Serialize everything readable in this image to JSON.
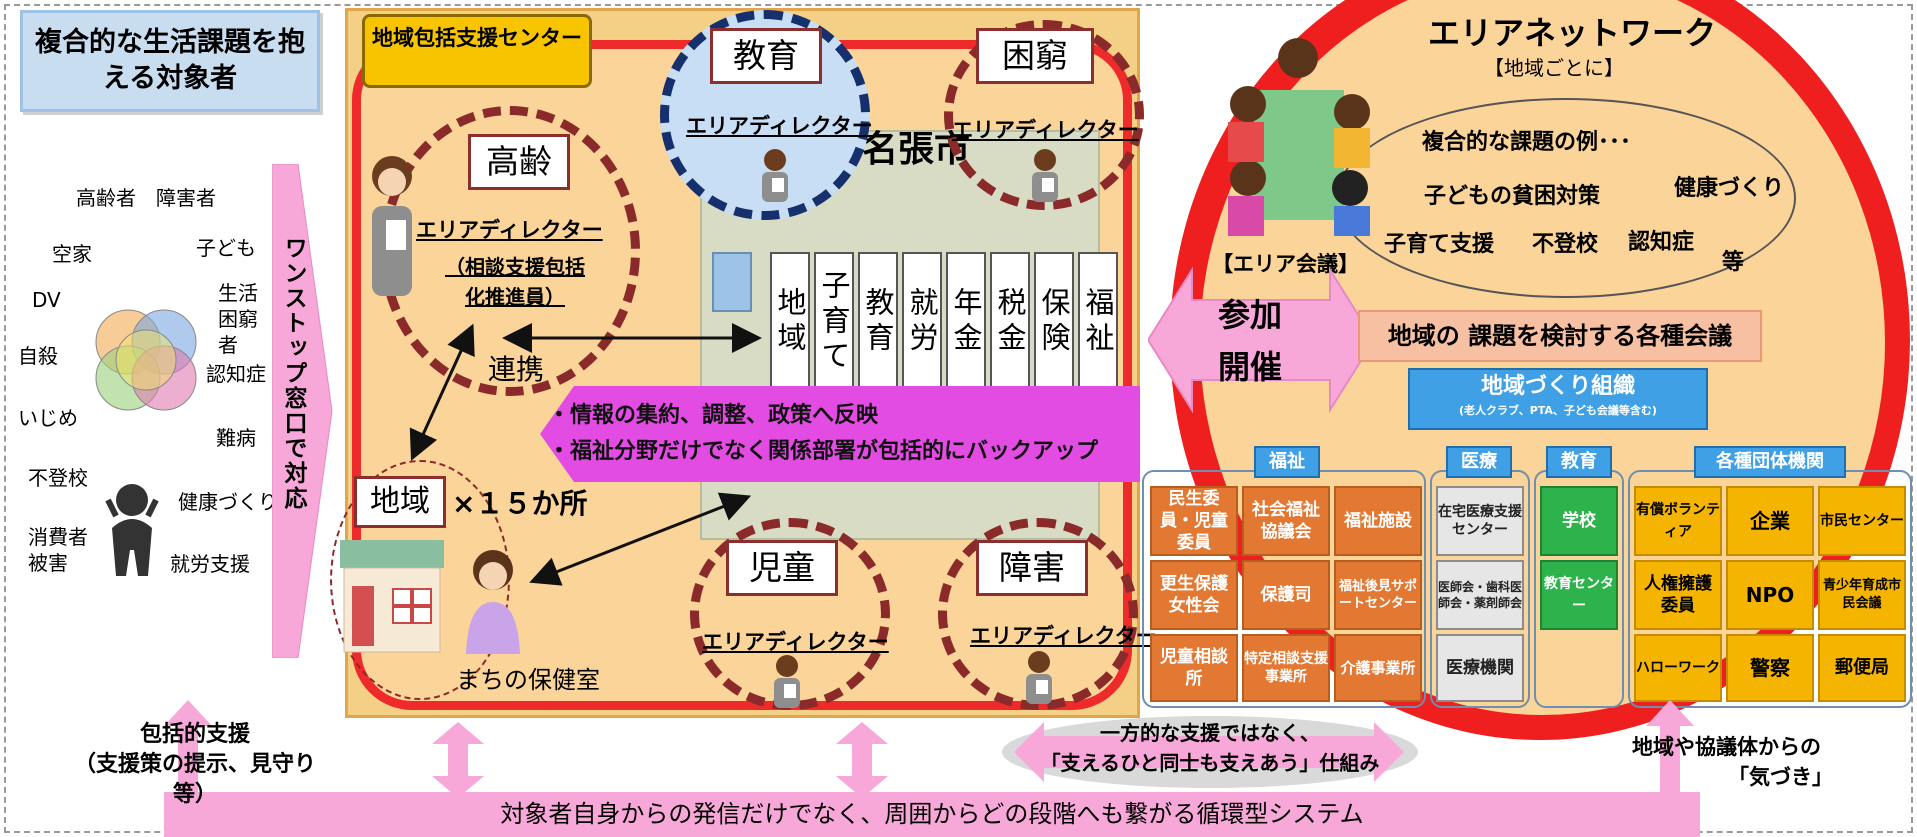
{
  "left": {
    "title": "複合的な生活課題を抱える対象者",
    "issues": [
      "高齢者",
      "障害者",
      "空家",
      "子ども",
      "DV",
      "生活困窮者",
      "自殺",
      "認知症",
      "いじめ",
      "難病",
      "不登校",
      "健康づくり",
      "消費者被害",
      "就労支援"
    ],
    "onestop": "ワンストップ窓口で対応"
  },
  "center": {
    "label": "地域包括支援センター",
    "categories": {
      "kyoiku": "教育",
      "konkyu": "困窮",
      "korei": "高齢",
      "jido": "児童",
      "shogai": "障害",
      "chiiki": "地域"
    },
    "area_director": "エリアディレクター",
    "area_director_note": "（相談支援包括化推進員）",
    "renkei": "連携",
    "city": "名張市",
    "departments": [
      "地域",
      "子育て",
      "教育",
      "就労",
      "年金",
      "税金",
      "保険",
      "福祉"
    ],
    "info_lines": [
      "・情報の集約、調整、政策へ反映",
      "・福祉分野だけでなく関係部署が包括的にバックアップ"
    ],
    "count": "×１５か所",
    "hokenshitsu": "まちの保健室"
  },
  "right": {
    "title": "エリアネットワーク",
    "subtitle": "【地域ごとに】",
    "area_meeting": "【エリア会議】",
    "examples_title": "複合的な課題の例･･･",
    "examples": [
      "子どもの貧困対策",
      "健康づくり",
      "子育て支援",
      "不登校",
      "認知症",
      "等"
    ],
    "sanka": "参加",
    "kaisai": "開催",
    "meetings": "地域の 課題を検討する各種会議",
    "org_title": "地域づくり組織",
    "org_note": "(老人クラブ、PTA、子ども会議等含む)",
    "groups": {
      "welfare": {
        "header": "福祉",
        "cells": [
          "民生委員・児童委員",
          "社会福祉協議会",
          "福祉施設",
          "更生保護女性会",
          "保護司",
          "福祉後見サポートセンター",
          "児童相談所",
          "特定相談支援事業所",
          "介護事業所"
        ]
      },
      "medical": {
        "header": "医療",
        "cells": [
          "在宅医療支援センター",
          "医師会・歯科医師会・薬剤師会",
          "医療機関"
        ]
      },
      "education": {
        "header": "教育",
        "cells": [
          "学校",
          "教育センター"
        ]
      },
      "orgs": {
        "header": "各種団体機関",
        "cells": [
          "有償ボランティア",
          "企業",
          "市民センター",
          "人権擁護委員",
          "NPO",
          "青少年育成市民会議",
          "ハローワーク",
          "警察",
          "郵便局"
        ]
      }
    }
  },
  "bottom": {
    "support_title": "包括的支援",
    "support_note": "（支援策の提示、見守り等）",
    "mutual_line1": "一方的な支援ではなく、",
    "mutual_line2": "「支えるひと同士も支えあう」仕組み",
    "notice_line1": "地域や協議体からの",
    "notice_line2": "「気づき」",
    "bar": "対象者自身からの発信だけでなく、周囲からどの段階へも繋がる循環型システム"
  },
  "colors": {
    "red": "#ee2a2a",
    "orange": "#e27832",
    "pink": "#f7a8d9",
    "magenta": "#e34ce3",
    "blue": "#3fa0e6"
  }
}
